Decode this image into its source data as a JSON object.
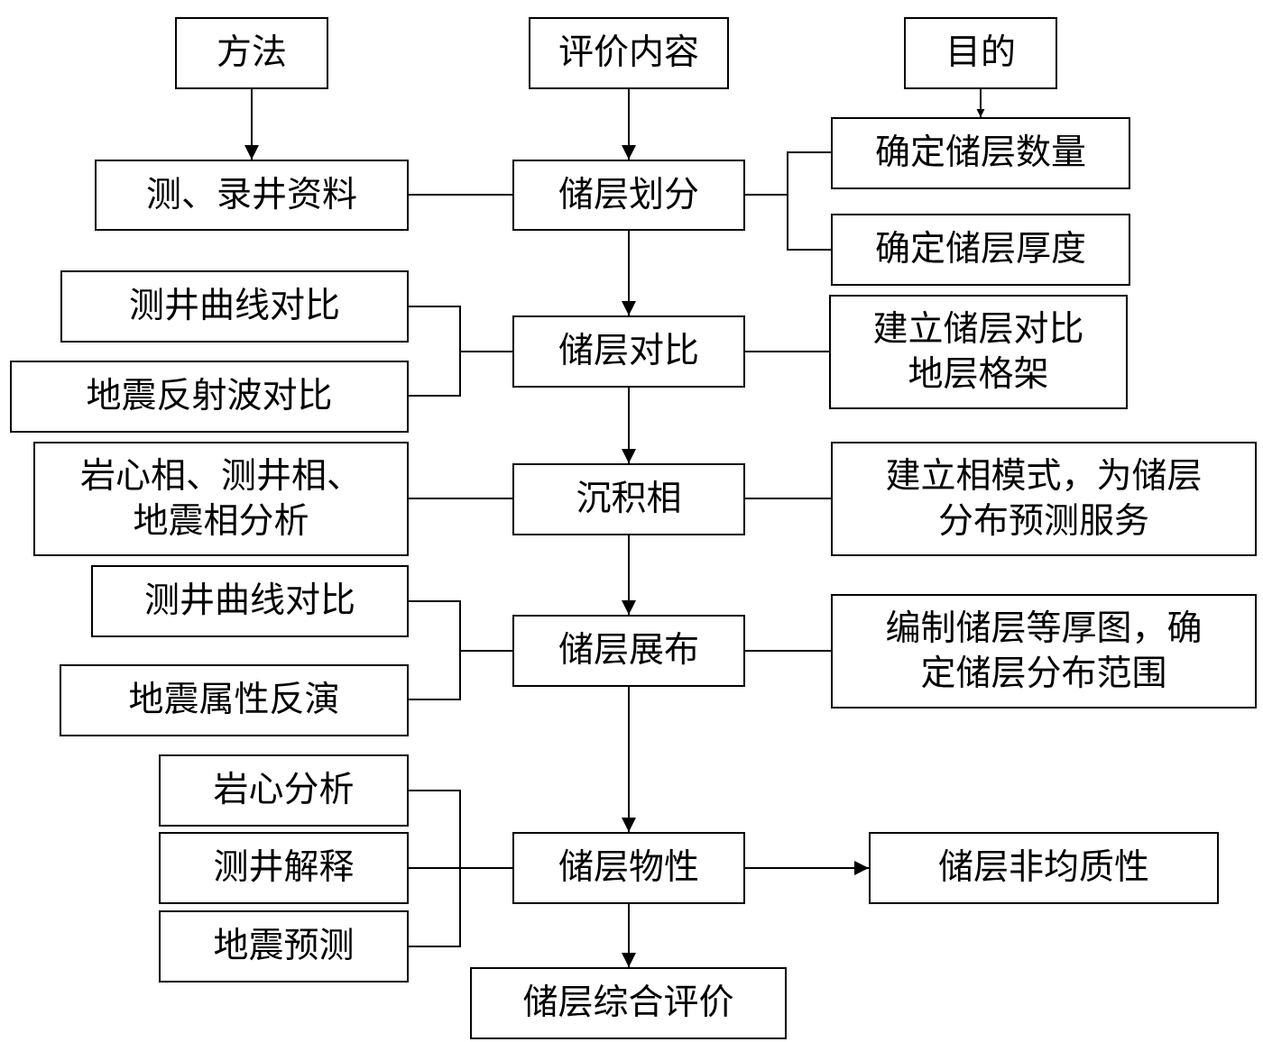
{
  "headers": {
    "method": "方法",
    "content": "评价内容",
    "purpose": "目的"
  },
  "center": {
    "division": "储层划分",
    "correlation": "储层对比",
    "facies": "沉积相",
    "distribution": "储层展布",
    "properties": "储层物性",
    "evaluation": "储层综合评价"
  },
  "methods": {
    "logging_data": "测、录井资料",
    "curve_correlation_1": "测井曲线对比",
    "seismic_reflection": "地震反射波对比",
    "facies_analysis": "岩心相、测井相、\n地震相分析",
    "curve_correlation_2": "测井曲线对比",
    "seismic_inversion": "地震属性反演",
    "core_analysis": "岩心分析",
    "log_interpretation": "测井解释",
    "seismic_prediction": "地震预测"
  },
  "purposes": {
    "layer_count": "确定储层数量",
    "layer_thickness": "确定储层厚度",
    "framework": "建立储层对比\n地层格架",
    "facies_model": "建立相模式，为储层\n分布预测服务",
    "isopach": "编制储层等厚图，确\n定储层分布范围",
    "heterogeneity": "储层非均质性"
  },
  "colors": {
    "line": "#000000",
    "box_border": "#000000",
    "background": "#ffffff"
  }
}
